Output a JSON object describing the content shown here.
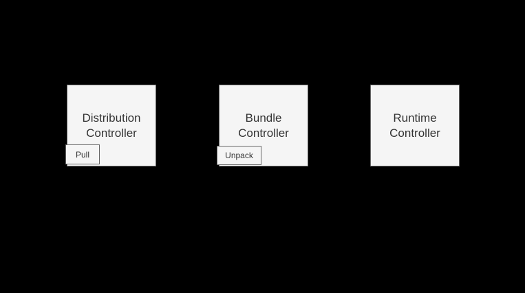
{
  "colors": {
    "background": "#000000",
    "node_fill": "#f5f5f5",
    "node_border": "#666666",
    "text": "#333333"
  },
  "nodes": [
    {
      "label": "Distribution Controller",
      "tab": "Pull"
    },
    {
      "label": "Bundle Controller",
      "tab": "Unpack"
    },
    {
      "label": "Runtime Controller"
    }
  ]
}
